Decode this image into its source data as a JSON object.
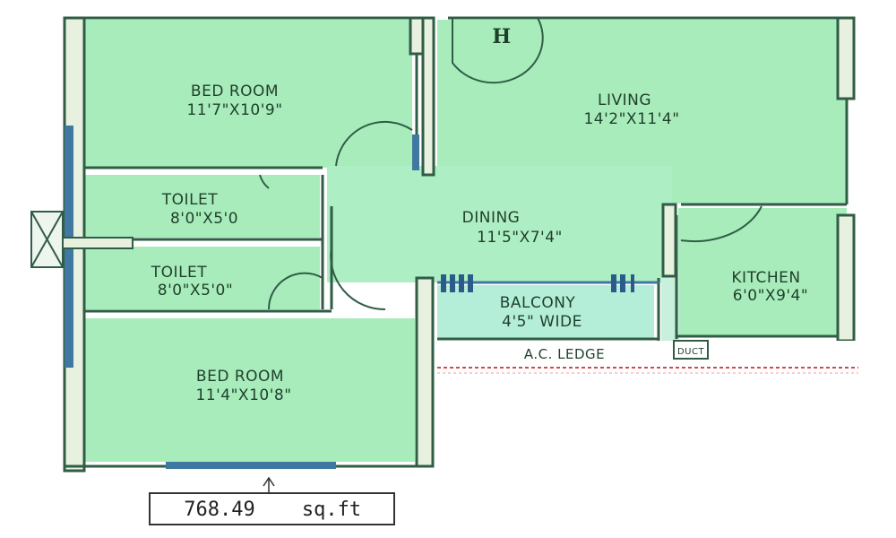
{
  "colors": {
    "room_fill": "#a8ecbc",
    "wall": "#2f5d45",
    "window": "#3f78a0",
    "ledge_line": "#d04a4a"
  },
  "rooms": {
    "bedroom1": {
      "name": "BED ROOM",
      "size": "11'7\"X10'9\""
    },
    "living": {
      "name": "LIVING",
      "size": "14'2\"X11'4\""
    },
    "toilet1": {
      "name": "TOILET",
      "size": "8'0\"X5'0"
    },
    "toilet2": {
      "name": "TOILET",
      "size": "8'0\"X5'0\""
    },
    "dining": {
      "name": "DINING",
      "size": "11'5\"X7'4\""
    },
    "balcony": {
      "name": "BALCONY",
      "size": "4'5\" WIDE"
    },
    "kitchen": {
      "name": "KITCHEN",
      "size": "6'0\"X9'4\""
    },
    "bedroom2": {
      "name": "BED ROOM",
      "size": "11'4\"X10'8\""
    },
    "ac_ledge": {
      "name": "A.C. LEDGE"
    },
    "duct": {
      "name": "DUCT"
    }
  },
  "marker": {
    "label": "H"
  },
  "area": {
    "value": "768.49",
    "unit": "sq.ft"
  }
}
